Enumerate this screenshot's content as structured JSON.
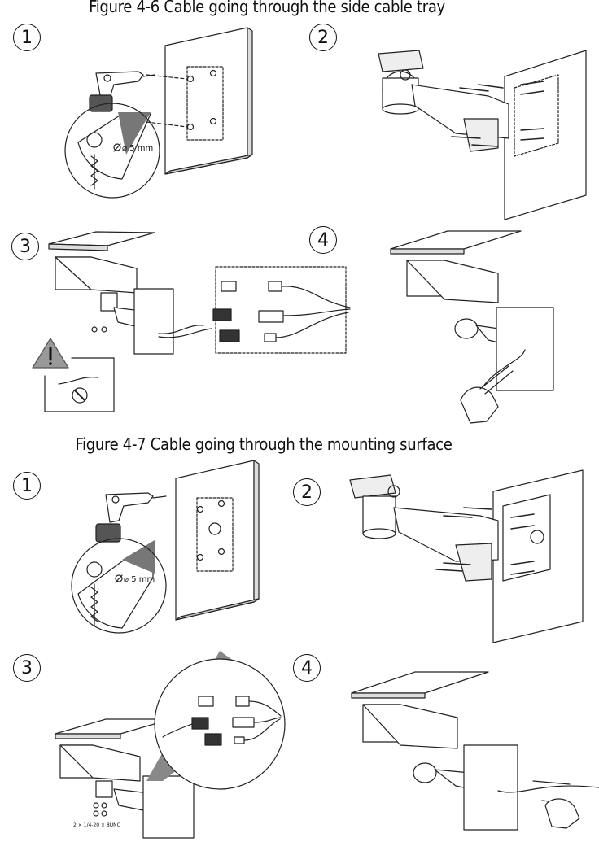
{
  "figure_a": {
    "title": "Figure 4-6 Cable going through the side cable tray",
    "steps": [
      "1",
      "2",
      "3",
      "4"
    ],
    "drill_size": "5 mm"
  },
  "figure_b": {
    "title": "Figure 4-7 Cable going through the mounting surface",
    "steps": [
      "1",
      "2",
      "3",
      "4"
    ],
    "drill_size": "5 mm",
    "screw_note": "2 × 1/4-20 × 8UNC"
  },
  "icons": [
    "drill-icon",
    "drill-bit-icon",
    "wall-plate-icon",
    "bracket-camera-icon",
    "warning-icon",
    "no-twist-icon",
    "connector-icon",
    "hand-icon"
  ]
}
